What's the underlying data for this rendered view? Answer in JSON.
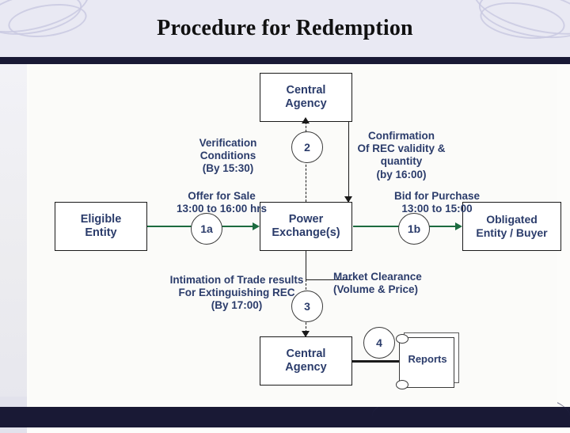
{
  "slide": {
    "title": "Procedure for Redemption"
  },
  "diagram": {
    "nodes": [
      {
        "id": "central-agency-top",
        "label": "Central\nAgency"
      },
      {
        "id": "eligible-entity",
        "label": "Eligible\nEntity"
      },
      {
        "id": "power-exchange",
        "label": "Power\nExchange(s)"
      },
      {
        "id": "obligated-entity",
        "label": "Obligated\nEntity / Buyer"
      },
      {
        "id": "central-agency-bottom",
        "label": "Central\nAgency"
      }
    ],
    "step_markers": [
      {
        "id": "step-2",
        "label": "2"
      },
      {
        "id": "step-1a",
        "label": "1a"
      },
      {
        "id": "step-1b",
        "label": "1b"
      },
      {
        "id": "step-3",
        "label": "3"
      },
      {
        "id": "step-4",
        "label": "4"
      }
    ],
    "labels": [
      {
        "id": "verification",
        "text": "Verification\nConditions\n(By  15:30)"
      },
      {
        "id": "confirmation",
        "text": "Confirmation\nOf REC validity &\nquantity\n(by 16:00)"
      },
      {
        "id": "offer-for-sale",
        "text": "Offer for Sale\n13:00 to 16:00 hrs"
      },
      {
        "id": "bid-for-purchase",
        "text": "Bid for Purchase\n13:00 to 15:00"
      },
      {
        "id": "market-clearance",
        "text": "Market Clearance\n(Volume & Price)"
      },
      {
        "id": "intimation",
        "text": "Intimation of Trade results\nFor Extinguishing REC\n(By  17:00)"
      }
    ],
    "reports": {
      "label": "Reports"
    },
    "colors": {
      "node_text": "#2b3c6b",
      "node_border": "#1a1a1a",
      "flow_arrow": "#1c6b3f",
      "title_text": "#111111",
      "header_band": "#e9e9f3",
      "dark_band": "#191935"
    }
  }
}
